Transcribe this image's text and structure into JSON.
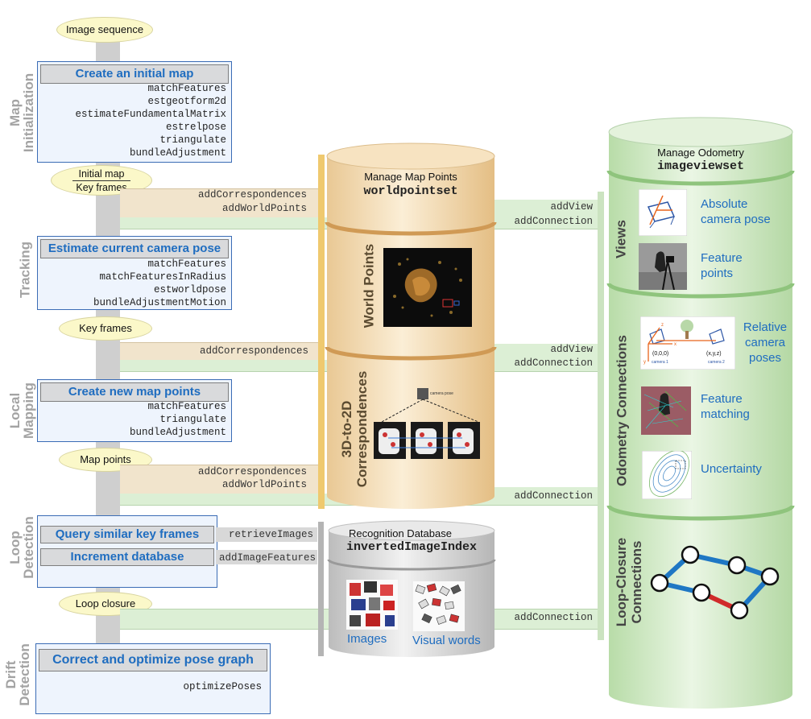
{
  "flow": {
    "ovals": {
      "image_sequence": "Image sequence",
      "initial_map": "Initial map",
      "key_frames_1": "Key frames",
      "key_frames_2": "Key frames",
      "map_points": "Map points",
      "loop_closure": "Loop closure"
    },
    "sections": {
      "map_init": [
        "Map",
        "Initialization"
      ],
      "tracking": "Tracking",
      "local_mapping": [
        "Local",
        "Mapping"
      ],
      "loop_detection": [
        "Loop",
        "Detection"
      ],
      "drift_detection": [
        "Drift",
        "Detection"
      ]
    },
    "steps": {
      "initial_map": {
        "title": "Create an initial map",
        "functions": [
          "matchFeatures",
          "estgeotform2d",
          "estimateFundamentalMatrix",
          "estrelpose",
          "triangulate",
          "bundleAdjustment"
        ]
      },
      "tracking": {
        "title": "Estimate current camera pose",
        "functions": [
          "matchFeatures",
          "matchFeaturesInRadius",
          "estworldpose",
          "bundleAdjustmentMotion"
        ]
      },
      "local_mapping": {
        "title": "Create new map points",
        "functions": [
          "matchFeatures",
          "triangulate",
          "bundleAdjustment"
        ]
      },
      "loop_detection": {
        "query": "Query similar key frames",
        "increment": "Increment database"
      },
      "drift": {
        "title": "Correct and optimize pose graph",
        "functions": [
          "optimizePoses"
        ]
      }
    }
  },
  "calls": {
    "init_left": [
      "addCorrespondences",
      "addWorldPoints"
    ],
    "init_right": [
      "addView",
      "addConnection"
    ],
    "tracking_left": "addCorrespondences",
    "tracking_right": [
      "addView",
      "addConnection"
    ],
    "mapping_left": [
      "addCorrespondences",
      "addWorldPoints"
    ],
    "mapping_right": "addConnection",
    "loop_retrieve": "retrieveImages",
    "loop_add": "addImageFeatures",
    "closure_right": "addConnection"
  },
  "map_points_db": {
    "title": "Manage Map Points",
    "object": "worldpointset",
    "sections": [
      "World Points",
      [
        "3D-to-2D",
        "Correspondences"
      ]
    ],
    "annot": "camera pose"
  },
  "recognition_db": {
    "title": "Recognition Database",
    "object": "invertedImageIndex",
    "images_label": "Images",
    "words_label": "Visual words"
  },
  "odometry_db": {
    "title": "Manage Odometry",
    "object": "imageviewset",
    "sections": [
      "Views",
      "Odometry Connections",
      [
        "Loop-Closure",
        "Connections"
      ]
    ],
    "items": {
      "abs_pose": [
        "Absolute",
        "camera pose"
      ],
      "feature_points": [
        "Feature",
        "points"
      ],
      "relative_poses": [
        "Relative",
        "camera",
        "poses"
      ],
      "feature_matching": [
        "Feature",
        "matching"
      ],
      "uncertainty": "Uncertainty"
    },
    "relpose_fig": {
      "origin": "(0,0,0)",
      "xyz": "(x,y,z)",
      "cam1": "camera 1",
      "cam2": "camera 2",
      "x": "x",
      "y": "y",
      "z": "z"
    }
  },
  "colors": {
    "blue": "#1f6dc0",
    "band_tan": "#f1e4cc",
    "band_green": "#dcefd5",
    "cyl_tan": "#f3dcb4",
    "cyl_green": "#d4ecc9",
    "cyl_grey": "#dcdcdc",
    "graph_blue": "#1f77c4",
    "graph_red": "#d02a2a"
  }
}
